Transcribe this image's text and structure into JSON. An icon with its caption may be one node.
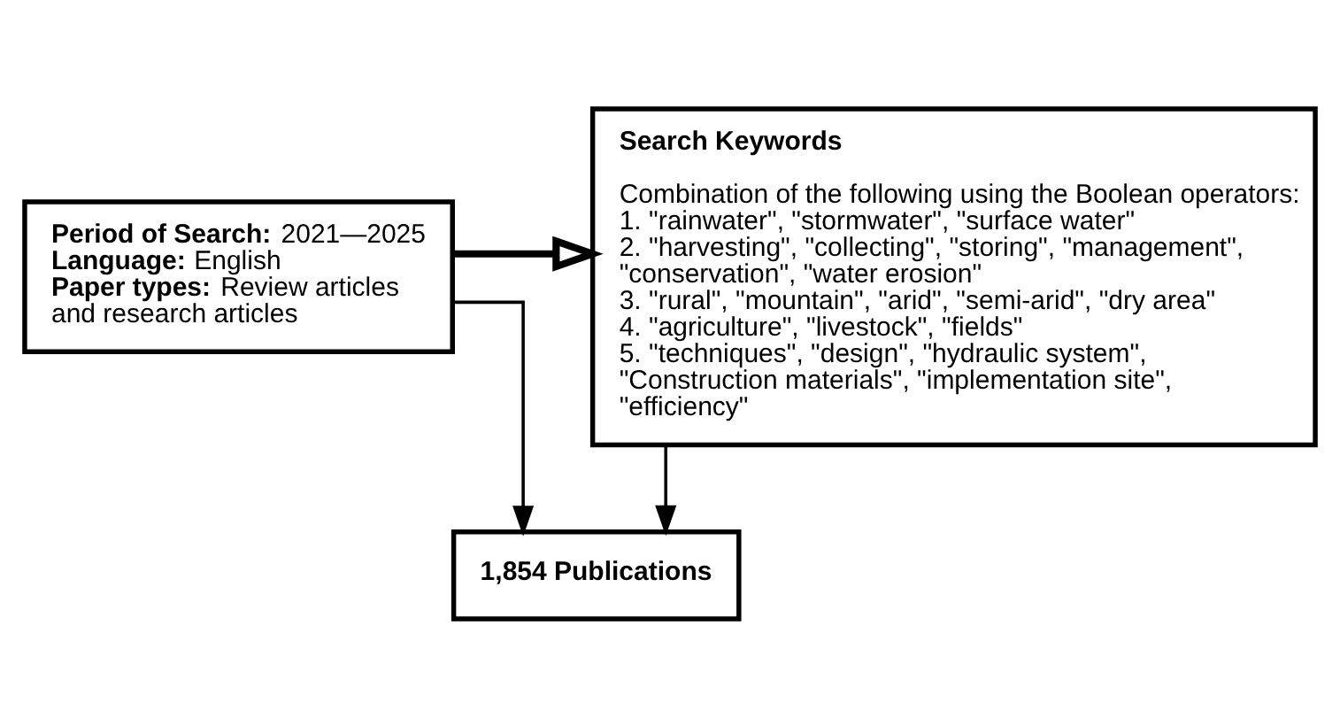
{
  "diagram": {
    "nodes": [
      {
        "text": [
          "**Period of Search:** 2021—2025",
          "**Language:** English",
          "**Paper types:** Review articles and research articles"
        ]
      },
      {
        "text": [
          "Search Keywords",
          "Combination of the following using the Boolean operators:",
          "1. \"rainwater\", \"stormwater\", \"surface water\"",
          "2. \"harvesting\", \"collecting\", \"storing\", \"management\", \"conservation\", \"water erosion\"",
          "3. \"rural\", \"mountain\", \"arid\", \"semi-arid\", \"dry area\"",
          "4. \"agriculture\", \"livestock\", \"fields\"",
          "5. \"techniques\", \"design\", \"hydraulic system\", \"Construction materials\", \"implementation site\", \"efficiency\""
        ]
      },
      {
        "text": [
          "1,854 Publications"
        ]
      }
    ],
    "edges": [
      {
        "from": 0,
        "to": 1,
        "arrow": "to",
        "style": "thick"
      },
      {
        "from": 0,
        "to": 2,
        "arrow": "to"
      },
      {
        "from": 1,
        "to": 2,
        "arrow": "to"
      }
    ]
  }
}
